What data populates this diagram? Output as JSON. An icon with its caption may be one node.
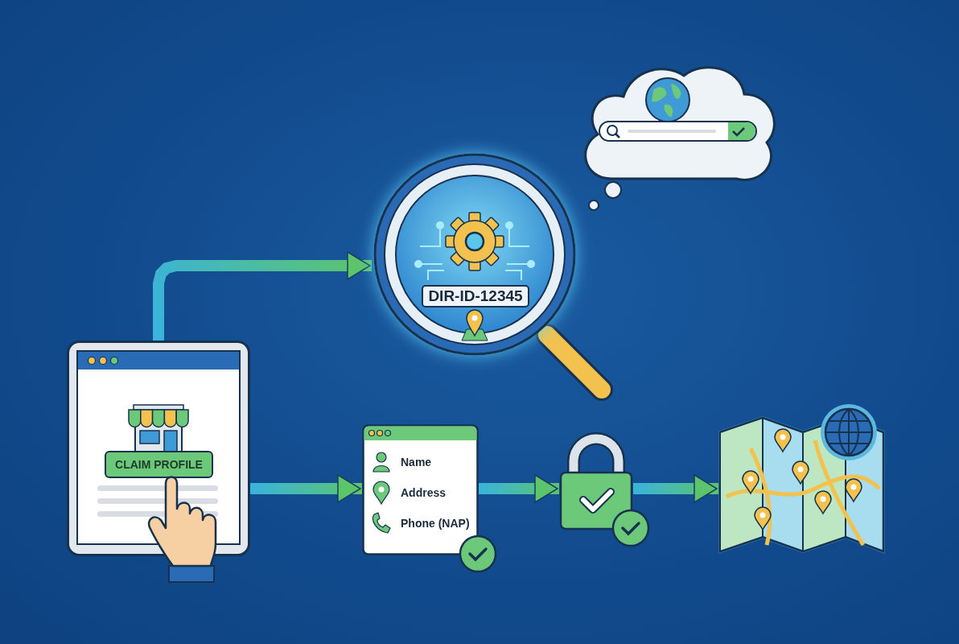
{
  "diagram": {
    "nodes": [
      {
        "text": [
          "CLAIM PROFILE"
        ]
      },
      {
        "text": [
          "DIR-ID-12345"
        ]
      },
      {
        "text": [],
        "shape": "cloud"
      },
      {
        "text": [
          "Name",
          "Address",
          "Phone (NAP)"
        ]
      },
      {
        "text": [],
        "shape": "picture"
      },
      {
        "text": [],
        "shape": "picture"
      }
    ],
    "edges": [
      {
        "from": 0,
        "to": 1,
        "arrow": "to"
      },
      {
        "from": 0,
        "to": 3,
        "arrow": "to"
      },
      {
        "from": 3,
        "to": 4,
        "arrow": "to"
      },
      {
        "from": 4,
        "to": 5,
        "arrow": "to"
      }
    ]
  }
}
